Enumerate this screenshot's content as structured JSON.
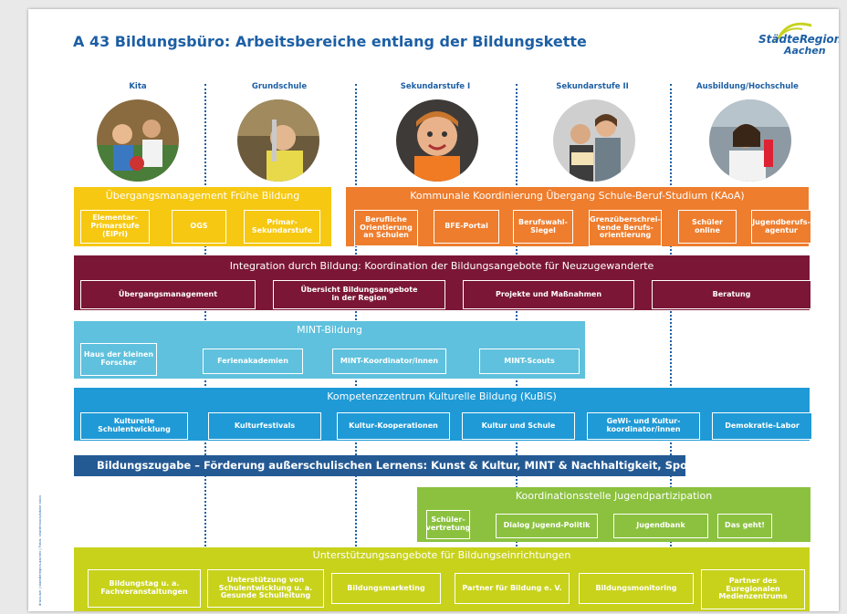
{
  "title": "A 43 Bildungsbüro: Arbeitsbereiche entlang der Bildungskette",
  "logo": {
    "line1": "StädteRegion",
    "line2": "Aachen"
  },
  "stages": [
    "Kita",
    "Grundschule",
    "Sekundarstufe I",
    "Sekundarstufe II",
    "Ausbildung/Hochschule"
  ],
  "bands": {
    "fruehe": {
      "title": "Übergangsmanagement Frühe Bildung",
      "items": [
        "Elementar-\nPrimarstufe\n(ElPri)",
        "OGS",
        "Primar-\nSekundarstufe"
      ]
    },
    "kaoa": {
      "title": "Kommunale Koordinierung Übergang Schule-Beruf-Studium (KAoA)",
      "items": [
        "Berufliche\nOrientierung\nan Schulen",
        "BFE-Portal",
        "Berufswahl-\nSiegel",
        "Grenzüberschrei-\ntende Berufs-\norientierung",
        "Schüler\nonline",
        "Jugendberufs-\nagentur"
      ]
    },
    "integration": {
      "title": "Integration durch Bildung: Koordination der Bildungsangebote für Neuzugewanderte",
      "items": [
        "Übergangsmanagement",
        "Übersicht Bildungsangebote\nin der Region",
        "Projekte und Maßnahmen",
        "Beratung"
      ]
    },
    "mint": {
      "title": "MINT-Bildung",
      "items": [
        "Haus der kleinen\nForscher",
        "Ferienakademien",
        "MINT-Koordinator/innen",
        "MINT-Scouts"
      ]
    },
    "kubis": {
      "title": "Kompetenzzentrum Kulturelle Bildung (KuBiS)",
      "items": [
        "Kulturelle\nSchulentwicklung",
        "Kulturfestivals",
        "Kultur-Kooperationen",
        "Kultur und Schule",
        "GeWi- und Kultur-\nkoordinator/innen",
        "Demokratie-Labor"
      ]
    },
    "zugabe": {
      "title": "Bildungszugabe – Förderung außerschulischen Lernens: Kunst & Kultur, MINT & Nachhaltigkeit, Sport"
    },
    "jugend": {
      "title": "Koordinationsstelle Jugendpartizipation",
      "items": [
        "Schüler-\nvertretung",
        "Dialog Jugend-Politik",
        "Jugendbank",
        "Das geht!"
      ]
    },
    "unterstuetzung": {
      "title": "Unterstützungsangebote für Bildungseinrichtungen",
      "items": [
        "Bildungstag u. a.\nFachveranstaltungen",
        "Unterstützung von\nSchulentwicklung u. a.\nGesunde Schulleitung",
        "Bildungsmarketing",
        "Partner für Bildung e. V.",
        "Bildungsmonitoring",
        "Partner des\nEuregionalen\nMedienzentrums"
      ]
    }
  },
  "side_note": "druck.wei | staedteregion-aachen | Fotos: shutterstock/adobe stock",
  "colors": {
    "blue": "#1d5fa4",
    "yellow": "#f6c812",
    "orange": "#ee7d2d",
    "maroon": "#7b1636",
    "cyan": "#5fc1dd",
    "kubis": "#1f9ad6",
    "navy": "#245a94",
    "green": "#8bc13f",
    "lime": "#c8d21b"
  }
}
